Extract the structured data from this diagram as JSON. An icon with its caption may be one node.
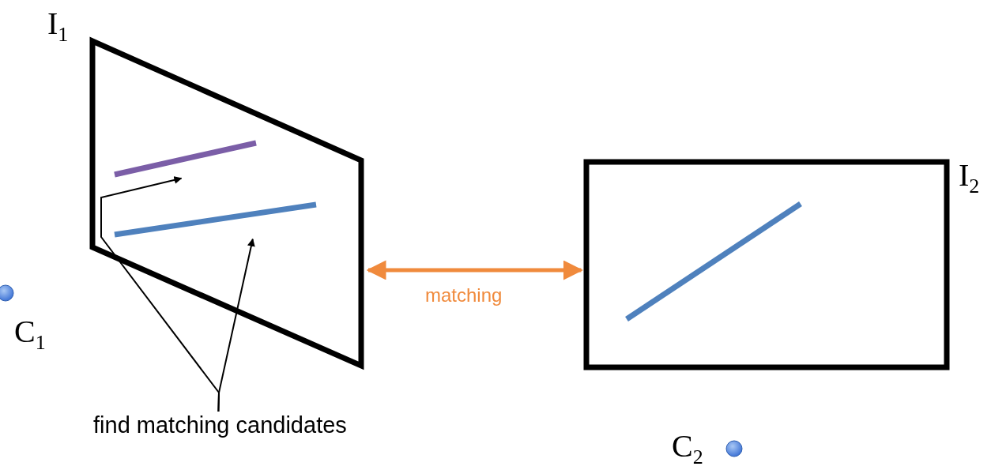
{
  "diagram": {
    "nodes": [
      {
        "text": [
          "I$_{1}$"
        ]
      },
      {
        "text": [],
        "shape": "line",
        "in": 0
      },
      {
        "text": [],
        "shape": "line",
        "in": 0
      },
      {
        "text": [
          "find matching candidates"
        ]
      },
      {
        "text": [
          "I$_{2}$"
        ]
      },
      {
        "text": [],
        "shape": "line",
        "in": 4
      },
      {
        "text": [],
        "shape": "circle",
        "beside": [
          "C$_{1}$"
        ]
      },
      {
        "text": [],
        "shape": "circle",
        "beside": [
          "C$_{2}$"
        ]
      }
    ],
    "edges": [
      {
        "from": 3,
        "to": 1,
        "arrow": "to"
      },
      {
        "from": 3,
        "to": 2,
        "arrow": "to"
      },
      {
        "from": 0,
        "to": 4,
        "arrow": "both",
        "label": "matching",
        "style": "thick",
        "color": "#f08a3c"
      }
    ]
  }
}
